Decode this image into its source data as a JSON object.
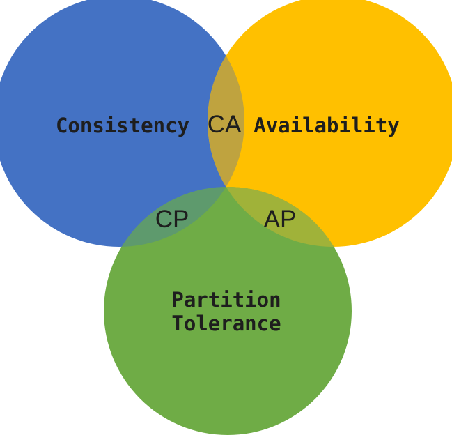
{
  "venn": {
    "background_color": "#FFFFFF",
    "text_color": "#1E1E1E",
    "circles": [
      {
        "id": "consistency",
        "label": "Consistency",
        "color": "#4472C4"
      },
      {
        "id": "availability",
        "label": "Availability",
        "color": "#FFC000"
      },
      {
        "id": "partition-tolerance",
        "label": "Partition Tolerance",
        "label_lines": [
          "Partition",
          "Tolerance"
        ],
        "color": "#6FAC46"
      }
    ],
    "overlaps": [
      {
        "id": "consistency-availability",
        "label": "CA",
        "color": "#BFA33F"
      },
      {
        "id": "consistency-partition",
        "label": "CP",
        "color": "#5E9A6D"
      },
      {
        "id": "availability-partition",
        "label": "AP",
        "color": "#A0B239"
      }
    ]
  }
}
